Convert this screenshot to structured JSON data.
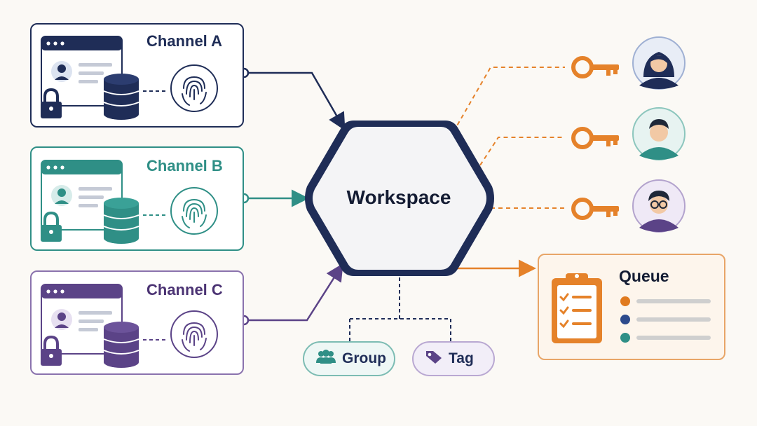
{
  "channels": [
    {
      "label": "Channel A",
      "color": "#1f2d57",
      "accent": "#1f2d57"
    },
    {
      "label": "Channel B",
      "color": "#2f8f86",
      "accent": "#2f8f86"
    },
    {
      "label": "Channel C",
      "color": "#4b3373",
      "accent": "#5b4387"
    }
  ],
  "hub": {
    "label": "Workspace",
    "border_color": "#1f2d57",
    "fill": "#f4f4f6"
  },
  "users": [
    {
      "icon": "key-icon",
      "avatar": "user-woman-avatar"
    },
    {
      "icon": "key-icon",
      "avatar": "user-man-avatar"
    },
    {
      "icon": "key-icon",
      "avatar": "user-glasses-avatar"
    }
  ],
  "queue": {
    "title": "Queue",
    "item_colors": [
      "#e07a1f",
      "#2d4a8c",
      "#2f8f86"
    ]
  },
  "tags": [
    {
      "label": "Group",
      "icon": "group-icon"
    },
    {
      "label": "Tag",
      "icon": "tag-icon"
    }
  ],
  "colors": {
    "navy": "#1f2d57",
    "teal": "#2f8f86",
    "purple": "#5b4387",
    "orange": "#e5822a"
  }
}
